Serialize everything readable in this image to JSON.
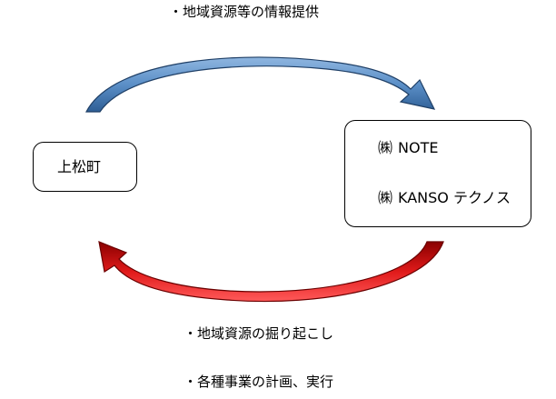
{
  "top_label": "・地域資源等の情報提供",
  "left_box": {
    "label": "上松町"
  },
  "right_box": {
    "companies": [
      {
        "marker": "㈱",
        "name": "NOTE"
      },
      {
        "marker": "㈱",
        "name": "KANSO テクノス"
      }
    ]
  },
  "bottom_labels": [
    "・地域資源の掘り起こし",
    "・各種事業の計画、実行"
  ],
  "colors": {
    "top_arrow": "#5b8fc7",
    "top_arrow_dark": "#2e5e95",
    "bottom_arrow": "#e01a1a",
    "bottom_arrow_dark": "#8a0000"
  }
}
